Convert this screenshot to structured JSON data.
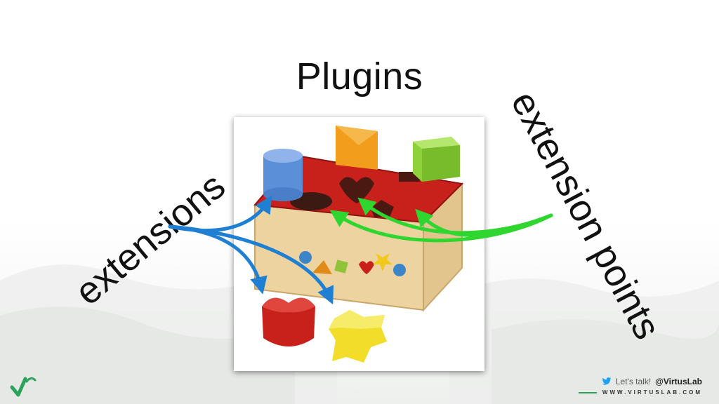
{
  "slide": {
    "title": "Plugins",
    "label_extensions": "extensions",
    "label_extension_points": "extension points"
  },
  "footer": {
    "lets_talk": "Let's talk!",
    "handle": "@VirtusLab",
    "website": "WWW.VIRTUSLAB.COM"
  },
  "icons": {
    "twitter": "twitter-bird-icon",
    "brand_logo": "virtuslab-logo"
  },
  "colors": {
    "extensions_arrows": "#1f7fd3",
    "extension_points_arrows": "#2fd62f",
    "box_red": "#c8201b",
    "box_wood": "#edd3a0"
  }
}
